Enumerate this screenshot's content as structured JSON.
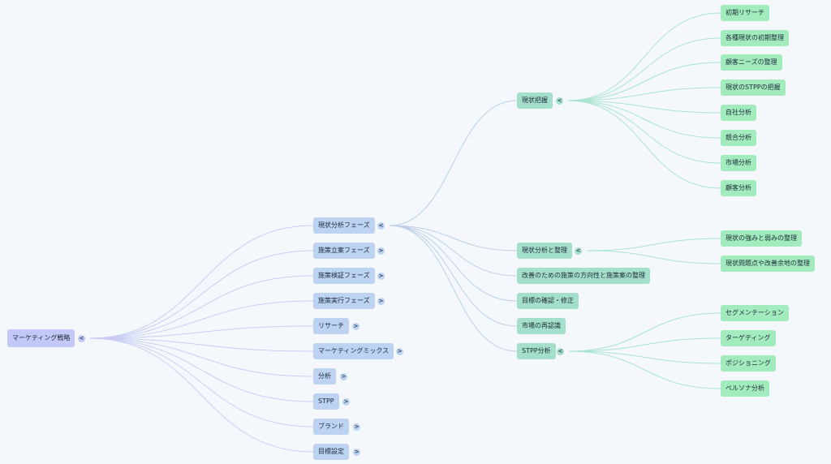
{
  "mindmap": {
    "root": {
      "label": "マーケティング戦略",
      "toggle": "<",
      "children": [
        {
          "label": "現状分析フェーズ",
          "toggle": "<",
          "children": [
            {
              "label": "現状把握",
              "toggle": "<",
              "children": [
                {
                  "label": "初期リサーチ"
                },
                {
                  "label": "各種現状の初期整理"
                },
                {
                  "label": "顧客ニーズの整理"
                },
                {
                  "label": "現状のSTPPの把握"
                },
                {
                  "label": "自社分析"
                },
                {
                  "label": "競合分析"
                },
                {
                  "label": "市場分析"
                },
                {
                  "label": "顧客分析"
                }
              ]
            },
            {
              "label": "現状分析と整理",
              "toggle": "<",
              "children": [
                {
                  "label": "現状の強みと弱みの整理"
                },
                {
                  "label": "現状問題点や改善余地の整理"
                }
              ]
            },
            {
              "label": "改善のための施策の方向性と施策案の整理"
            },
            {
              "label": "目標の確認・修正"
            },
            {
              "label": "市場の再認識"
            },
            {
              "label": "STPP分析",
              "toggle": "<",
              "children": [
                {
                  "label": "セグメンテーション"
                },
                {
                  "label": "ターゲティング"
                },
                {
                  "label": "ポジショニング"
                },
                {
                  "label": "ペルソナ分析"
                }
              ]
            }
          ]
        },
        {
          "label": "施策立案フェーズ",
          "toggle": ">"
        },
        {
          "label": "施策検証フェーズ",
          "toggle": ">"
        },
        {
          "label": "施策実行フェーズ",
          "toggle": ">"
        },
        {
          "label": "リサーチ",
          "toggle": ">"
        },
        {
          "label": "マーケティングミックス",
          "toggle": ">"
        },
        {
          "label": "分析",
          "toggle": ">"
        },
        {
          "label": "STPP",
          "toggle": ">"
        },
        {
          "label": "ブランド",
          "toggle": ">"
        },
        {
          "label": "目標設定",
          "toggle": ">"
        }
      ]
    },
    "colors": {
      "background": "#f4f8fc",
      "root_fill": "#c3c8f8",
      "level1_fill": "#bcd3f1",
      "level2_fill": "#a4dfcb",
      "level3_fill": "#a2ebbd",
      "root_link": "#c9cdf5",
      "level1_link": "#bccfe6",
      "level2_link": "#a9e3cf"
    }
  }
}
